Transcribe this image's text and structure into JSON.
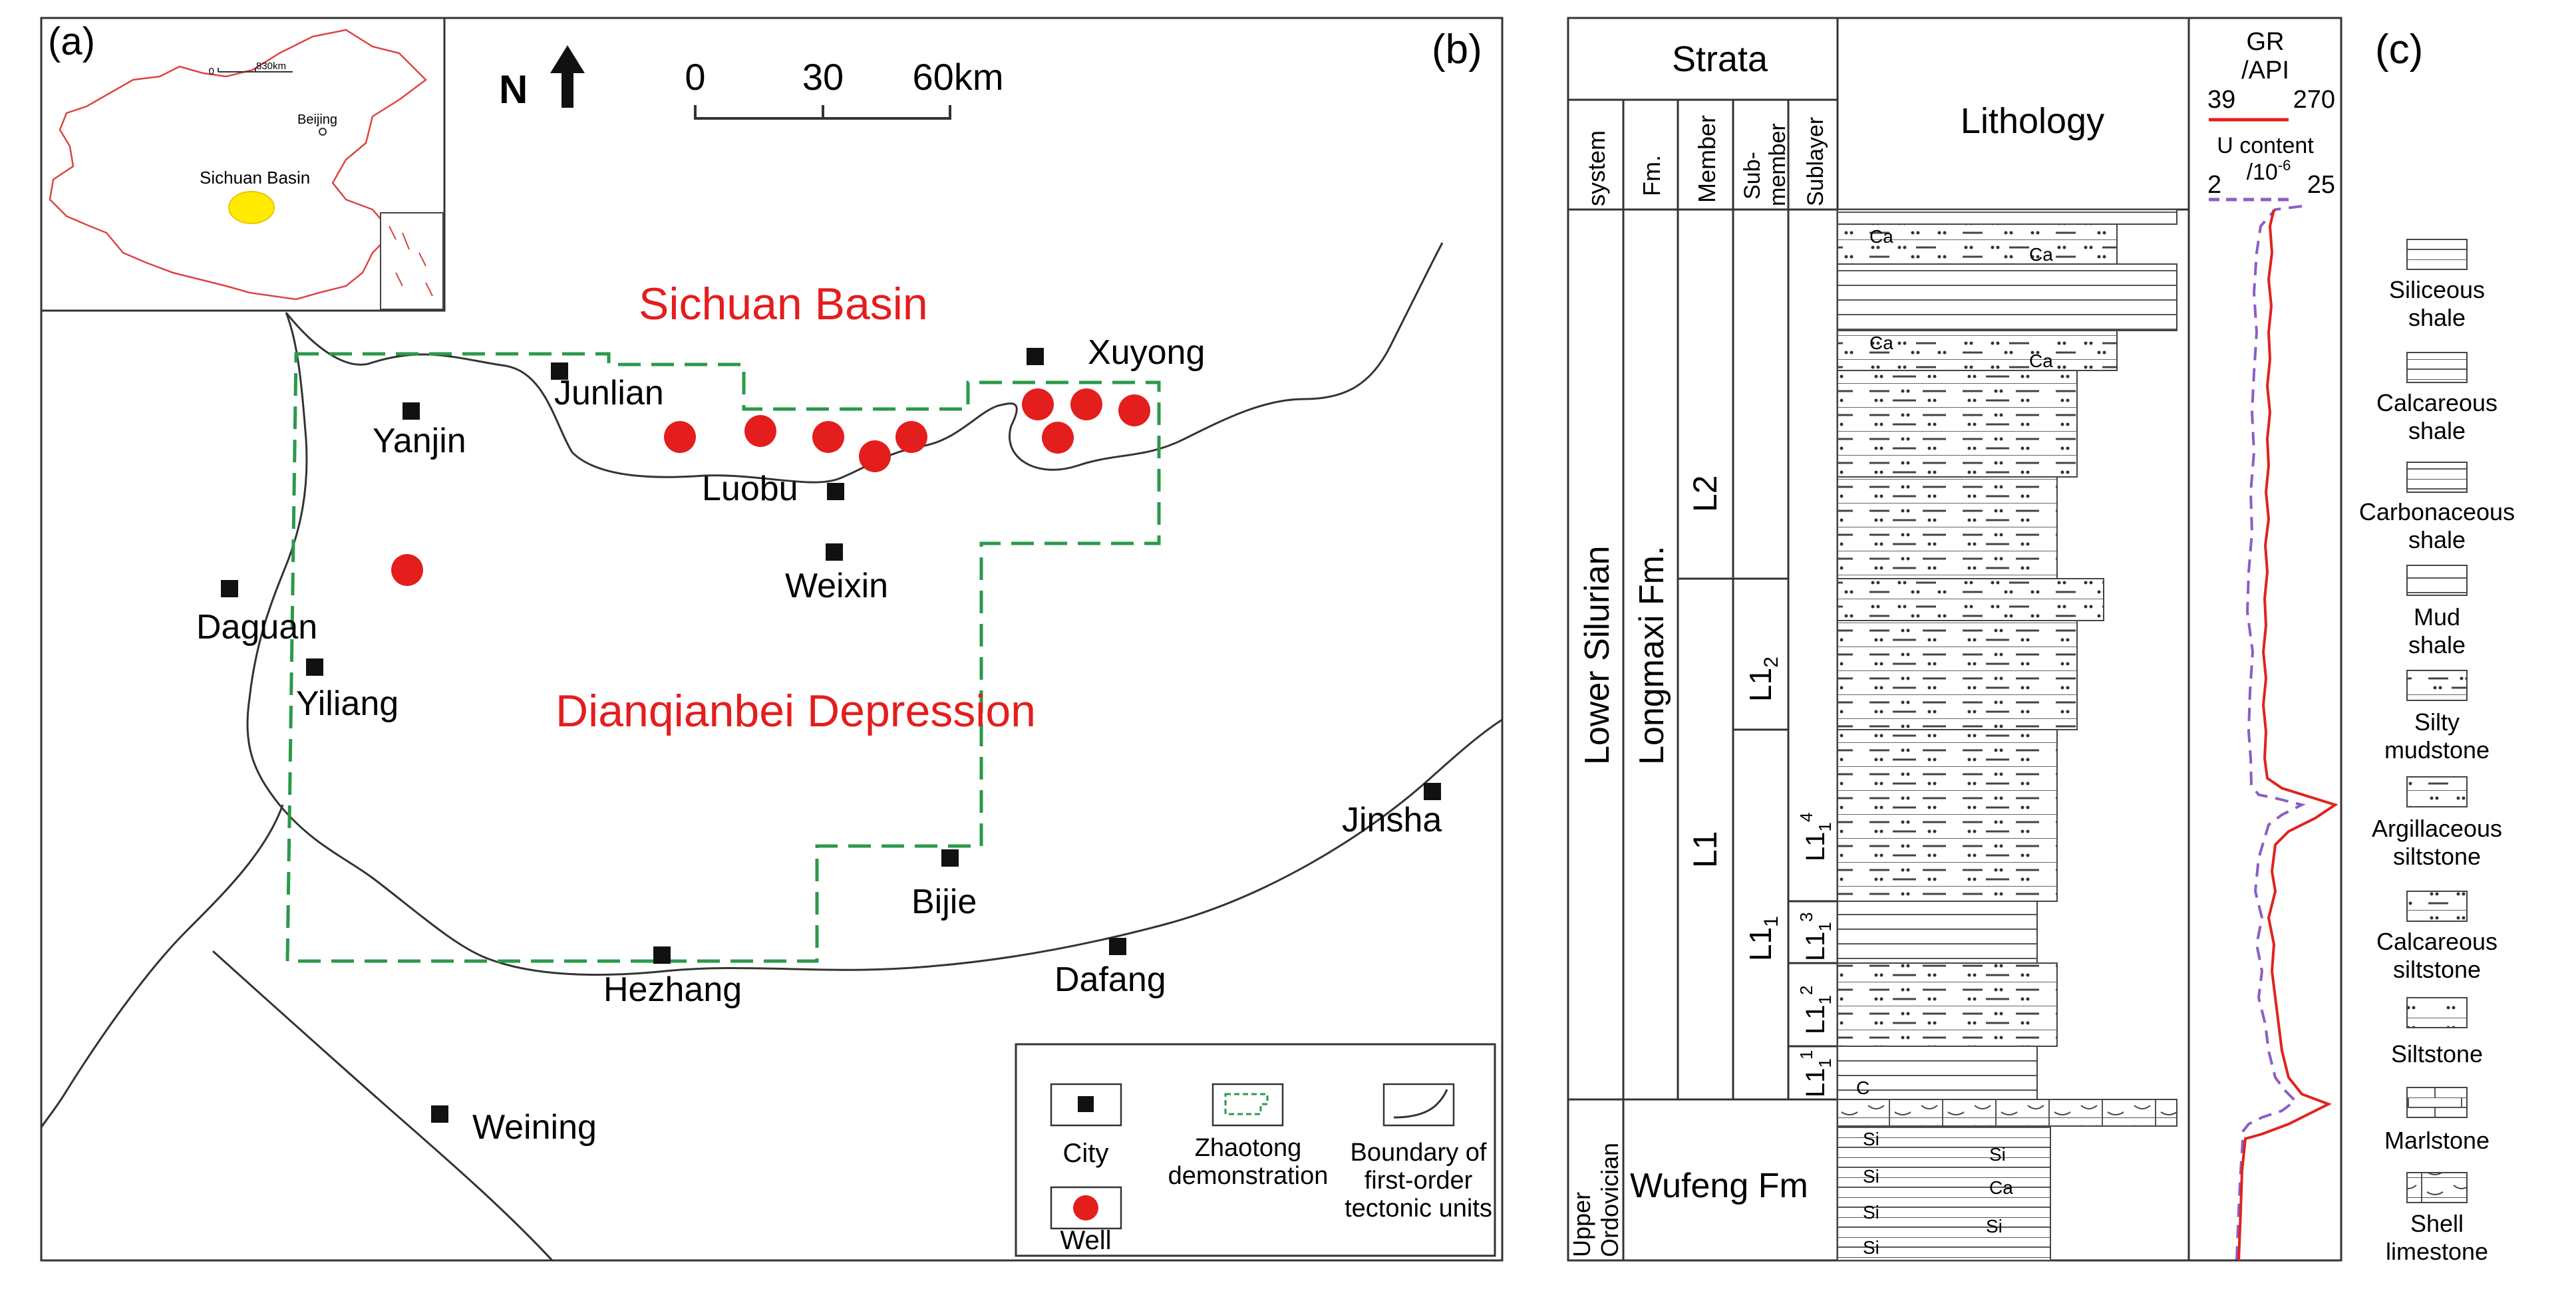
{
  "panel_labels": {
    "a": "(a)",
    "b": "(b)",
    "c": "(c)"
  },
  "inset": {
    "scale_zero": "0",
    "scale_label": "830km",
    "capital": "Beijing",
    "basin": "Sichuan Basin"
  },
  "map": {
    "north_label": "N",
    "scale_bar": {
      "zero": "0",
      "mid": "30",
      "end": "60km"
    },
    "basin_title": "Sichuan  Basin",
    "depression_title": "Dianqianbei Depression",
    "cities": [
      "Yanjin",
      "Junlian",
      "Xuyong",
      "Luobu",
      "Weixin",
      "Daguan",
      "Yiliang",
      "Jinsha",
      "Bijie",
      "Hezhang",
      "Dafang",
      "Weining"
    ],
    "legend": {
      "city": "City",
      "well": "Well",
      "zone_line1": "Zhaotong",
      "zone_line2": "demonstration",
      "boundary_line1": "Boundary of",
      "boundary_line2": "first-order",
      "boundary_line3": "tectonic units"
    },
    "colors": {
      "city": "#111111",
      "well": "#e41d1d",
      "zone": "#2a9a4a",
      "title": "#e41d1d"
    }
  },
  "column": {
    "strata_header": "Strata",
    "lithology_header": "Lithology",
    "subheaders": {
      "system": "system",
      "fm": "Fm.",
      "member": "Member",
      "submember_1": "Sub-",
      "submember_2": "member",
      "sublayer": "Sublayer"
    },
    "system_upper": "Lower Silurian",
    "system_lower_1": "Upper",
    "system_lower_2": "Ordovician",
    "fm_upper": "Longmaxi Fm.",
    "fm_lower": "Wufeng Fm",
    "members": {
      "L2": "L2",
      "L1": "L1"
    },
    "submembers": {
      "L12": "L1",
      "L12_sub": "2",
      "L11": "L1",
      "L11_sub": "1"
    },
    "sublayers": {
      "s4": "L1",
      "s4_sub": "1",
      "s4_sup": "4",
      "s3": "L1",
      "s3_sub": "1",
      "s3_sup": "3",
      "s2": "L1",
      "s2_sub": "1",
      "s2_sup": "2",
      "s1": "L1",
      "s1_sub": "1",
      "s1_sup": "1"
    },
    "lith_symbols": {
      "ca": "Ca",
      "si": "Si",
      "c": "C"
    },
    "log": {
      "gr_title": "GR",
      "gr_unit": "/API",
      "gr_min": "39",
      "gr_max": "270",
      "u_title": "U content",
      "u_unit": "/10",
      "u_unit_sup": "-6",
      "u_min": "2",
      "u_max": "25",
      "gr_color": "#e0231e",
      "u_color": "#8a5ec8"
    }
  },
  "lith_legend": [
    {
      "line1": "Siliceous",
      "line2": "shale"
    },
    {
      "line1": "Calcareous",
      "line2": "shale"
    },
    {
      "line1": "Carbonaceous",
      "line2": "shale"
    },
    {
      "line1": "Mud",
      "line2": "shale"
    },
    {
      "line1": "Silty",
      "line2": "mudstone"
    },
    {
      "line1": "Argillaceous",
      "line2": "siltstone"
    },
    {
      "line1": "Calcareous",
      "line2": "siltstone"
    },
    {
      "line1": "Siltstone",
      "line2": ""
    },
    {
      "line1": "Marlstone",
      "line2": ""
    },
    {
      "line1": "Shell",
      "line2": "limestone"
    }
  ]
}
